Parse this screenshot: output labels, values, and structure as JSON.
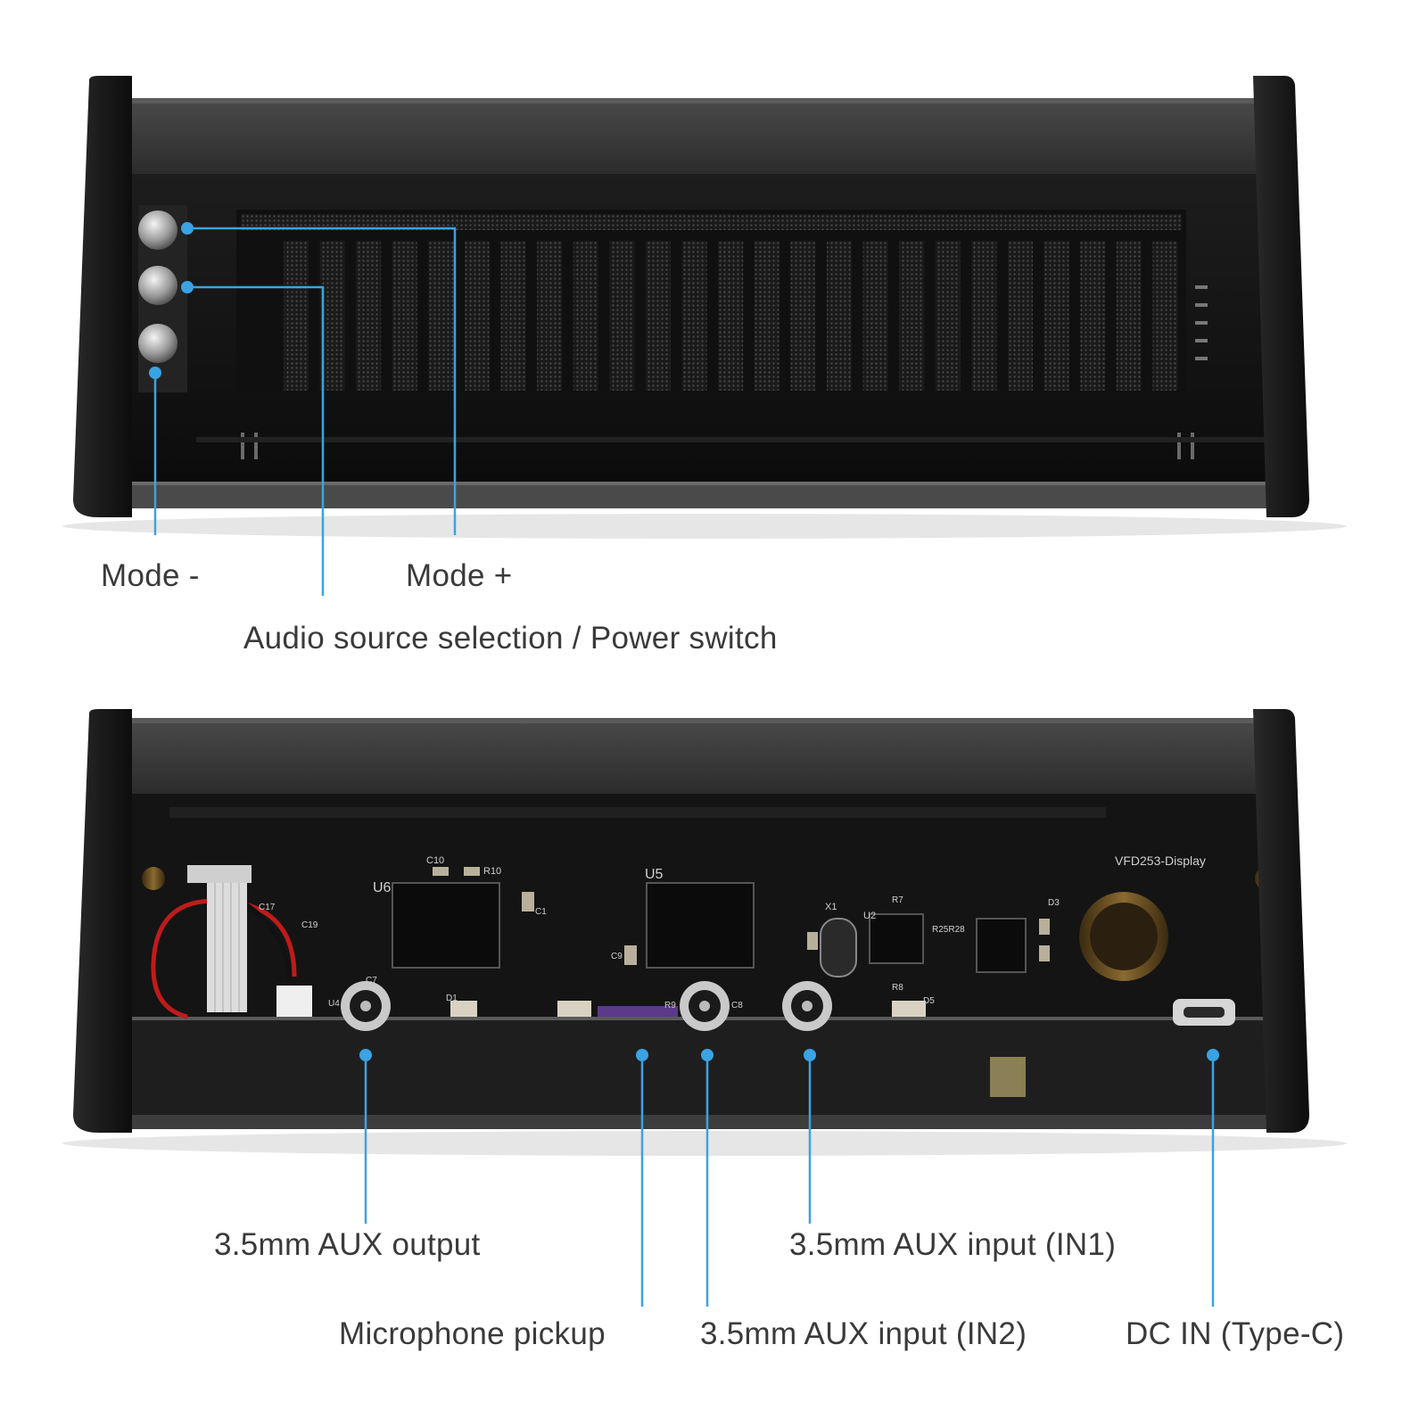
{
  "front_view": {
    "callouts": {
      "mode_minus": "Mode -",
      "mode_plus": "Mode +",
      "audio_source": "Audio source selection / Power switch"
    }
  },
  "back_view": {
    "board_label": "VFD253-Display",
    "silkscreen": {
      "u6": "U6",
      "u5": "U5",
      "u4": "U4",
      "x1": "X1",
      "u2": "U2",
      "c10": "C10",
      "r10": "R10",
      "c17": "C17",
      "c19": "C19",
      "c7": "C7",
      "r9": "R9",
      "c8": "C8",
      "d1": "D1",
      "d3": "D3",
      "d5": "D5",
      "r7": "R7",
      "r8": "R8",
      "r25r28": "R25R28",
      "c9": "C9",
      "c1": "C1"
    },
    "callouts": {
      "aux_output": "3.5mm AUX output",
      "aux_in1": "3.5mm AUX input (IN1)",
      "microphone": "Microphone pickup",
      "aux_in2": "3.5mm AUX input (IN2)",
      "dc_in": "DC IN (Type-C)"
    }
  },
  "colors": {
    "callout_line": "#3aa3e3",
    "label_text": "#3a3a3a",
    "chassis": "#1b1b1b",
    "pcb": "#141414",
    "vfd_segment": "#555555"
  }
}
